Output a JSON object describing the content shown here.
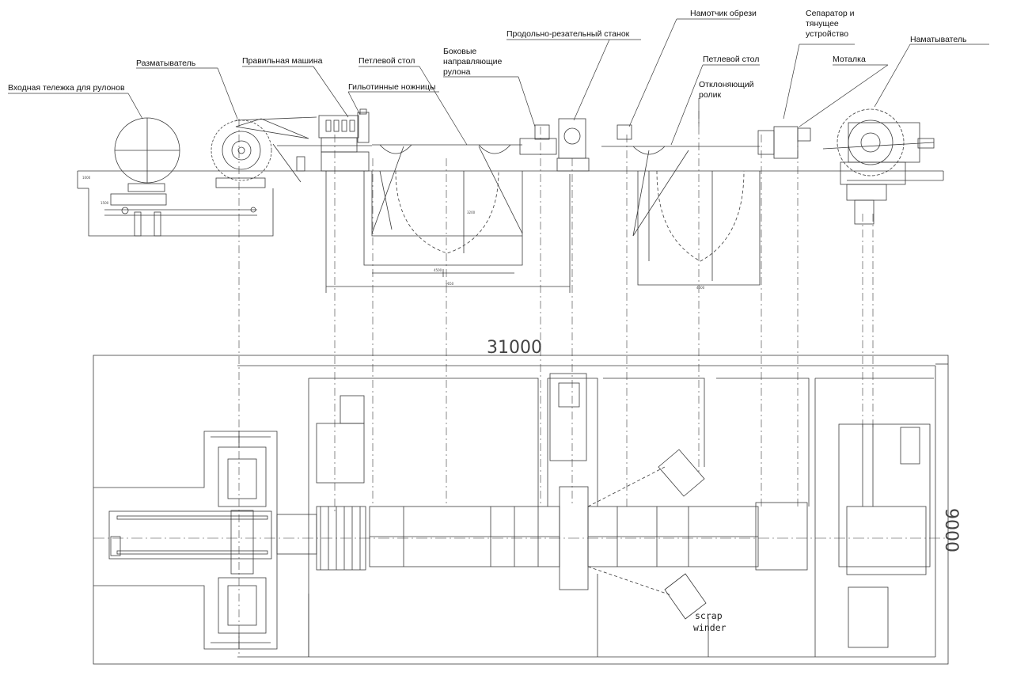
{
  "labels": {
    "entry_car": "Входная тележка для рулонов",
    "uncoiler": "Разматыватель",
    "straightener": "Правильная машина",
    "loop_table_1": "Петлевой стол",
    "guillotine": "Гильотинные ножницы",
    "side_guides_1": "Боковые",
    "side_guides_2": "направляющие",
    "side_guides_3": "рулона",
    "slitter": "Продольно-резательный станок",
    "scrap_winder_top": "Намотчик обрези",
    "loop_table_2": "Петлевой стол",
    "deflector_1": "Отклоняющий",
    "deflector_2": "ролик",
    "separator_1": "Сепаратор и",
    "separator_2": "тянущее",
    "separator_3": "устройство",
    "reel": "Моталка",
    "recoiler": "Наматыватель"
  },
  "dimensions": {
    "overall_length": "31000",
    "overall_width": "9000",
    "loop_pit_1": "4500",
    "loop_pit_1_total": "9650",
    "loop_pit_depth": "3200",
    "pit_depth_2": "4000",
    "entry_height": "1000",
    "entry_width": "1500"
  },
  "plan_labels": {
    "scrap_1": "scrap",
    "scrap_2": "winder"
  },
  "colors": {
    "line": "#3a3a3a",
    "text": "#111111",
    "background": "#ffffff"
  }
}
